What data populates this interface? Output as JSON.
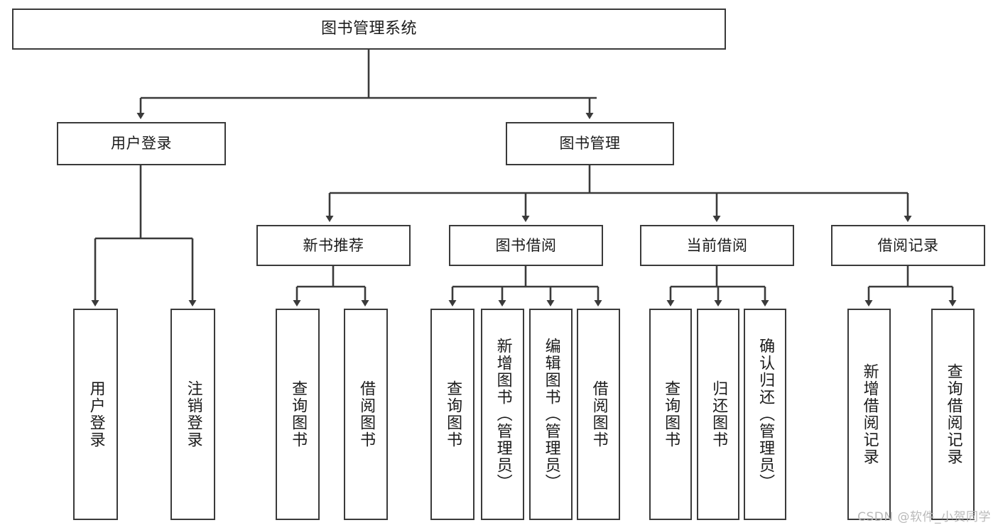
{
  "diagram": {
    "title": "图书管理系统",
    "type": "tree-hierarchy",
    "watermark": "CSDN @软件_小贺同学",
    "colors": {
      "box_border": "#3a3a3a",
      "box_fill": "#ffffff",
      "connector": "#3a3a3a",
      "text": "#1b1b1b",
      "watermark": "#b9b9b9",
      "background": "#ffffff"
    },
    "root": {
      "label": "图书管理系统"
    },
    "level2": [
      {
        "label": "用户登录"
      },
      {
        "label": "图书管理"
      }
    ],
    "level3": [
      {
        "label": "新书推荐"
      },
      {
        "label": "图书借阅"
      },
      {
        "label": "当前借阅"
      },
      {
        "label": "借阅记录"
      }
    ],
    "leaves": {
      "user_login": [
        {
          "label": "用户登录"
        },
        {
          "label": "注销登录"
        }
      ],
      "new_book_recommend": [
        {
          "label": "查询图书"
        },
        {
          "label": "借阅图书"
        }
      ],
      "book_borrow": [
        {
          "label": "查询图书"
        },
        {
          "label": "新增图书（管理员）"
        },
        {
          "label": "编辑图书（管理员）"
        },
        {
          "label": "借阅图书"
        }
      ],
      "current_borrow": [
        {
          "label": "查询图书"
        },
        {
          "label": "归还图书"
        },
        {
          "label": "确认归还（管理员）"
        }
      ],
      "borrow_record": [
        {
          "label": "新增借阅记录"
        },
        {
          "label": "查询借阅记录"
        }
      ]
    }
  }
}
